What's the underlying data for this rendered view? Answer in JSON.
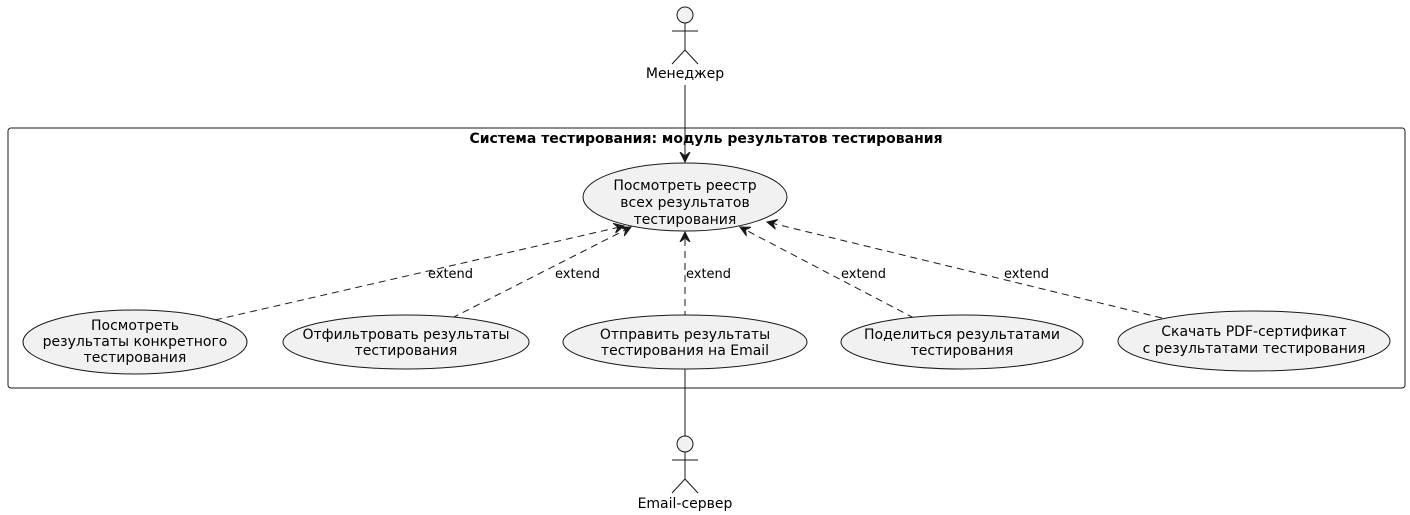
{
  "system": {
    "title": "Система тестирования: модуль результатов тестирования",
    "colors": {
      "fill": "#f1f1f1",
      "stroke": "#181818"
    }
  },
  "actors": {
    "manager": {
      "name": "Менеджер",
      "icon": "stick-figure-actor-icon"
    },
    "email_server": {
      "name": "Email-сервер",
      "icon": "stick-figure-actor-icon"
    }
  },
  "use_cases": {
    "registry": {
      "lines": [
        "Посмотреть реестр",
        "всех результатов",
        "тестирования"
      ]
    },
    "specific": {
      "lines": [
        "Посмотреть",
        "результаты конкретного",
        "тестирования"
      ]
    },
    "filter": {
      "lines": [
        "Отфильтровать результаты",
        "тестирования"
      ]
    },
    "email": {
      "lines": [
        "Отправить результаты",
        "тестирования на Email"
      ]
    },
    "share": {
      "lines": [
        "Поделиться результатами",
        "тестирования"
      ]
    },
    "pdf": {
      "lines": [
        "Скачать PDF-сертификат",
        "с результатами тестирования"
      ]
    }
  },
  "relations": [
    {
      "from": "manager",
      "to": "registry",
      "type": "association-arrow"
    },
    {
      "from": "specific",
      "to": "registry",
      "type": "extend",
      "label": "extend"
    },
    {
      "from": "filter",
      "to": "registry",
      "type": "extend",
      "label": "extend"
    },
    {
      "from": "email",
      "to": "registry",
      "type": "extend",
      "label": "extend"
    },
    {
      "from": "share",
      "to": "registry",
      "type": "extend",
      "label": "extend"
    },
    {
      "from": "pdf",
      "to": "registry",
      "type": "extend",
      "label": "extend"
    },
    {
      "from": "email",
      "to": "email_server",
      "type": "association"
    }
  ]
}
